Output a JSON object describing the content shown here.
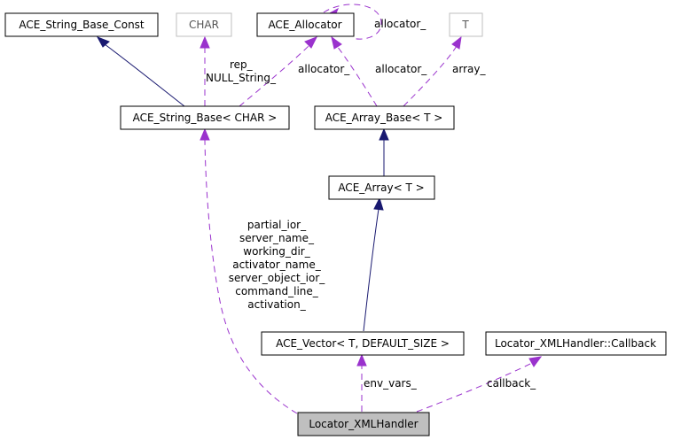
{
  "nodes": {
    "string_base_const": "ACE_String_Base_Const",
    "char": "CHAR",
    "allocator": "ACE_Allocator",
    "t": "T",
    "string_base": "ACE_String_Base< CHAR >",
    "array_base": "ACE_Array_Base< T >",
    "array": "ACE_Array< T >",
    "vector": "ACE_Vector< T, DEFAULT_SIZE >",
    "callback": "Locator_XMLHandler::Callback",
    "handler": "Locator_XMLHandler"
  },
  "edge_labels": {
    "allocator_self": "allocator_",
    "rep": "rep_",
    "null_string": "NULL_String_",
    "allocator_string": "allocator_",
    "allocator_array": "allocator_",
    "array_": "array_",
    "partial_ior": "partial_ior_",
    "server_name": "server_name_",
    "working_dir": "working_dir_",
    "activator_name": "activator_name_",
    "server_object_ior": "server_object_ior_",
    "command_line": "command_line_",
    "activation": "activation_",
    "env_vars": "env_vars_",
    "callback": "callback_"
  },
  "colors": {
    "inheritance": "#191970",
    "usage": "#9a32cd",
    "focus_fill": "#bfbfbf",
    "missing_border": "#bfbfbf"
  }
}
